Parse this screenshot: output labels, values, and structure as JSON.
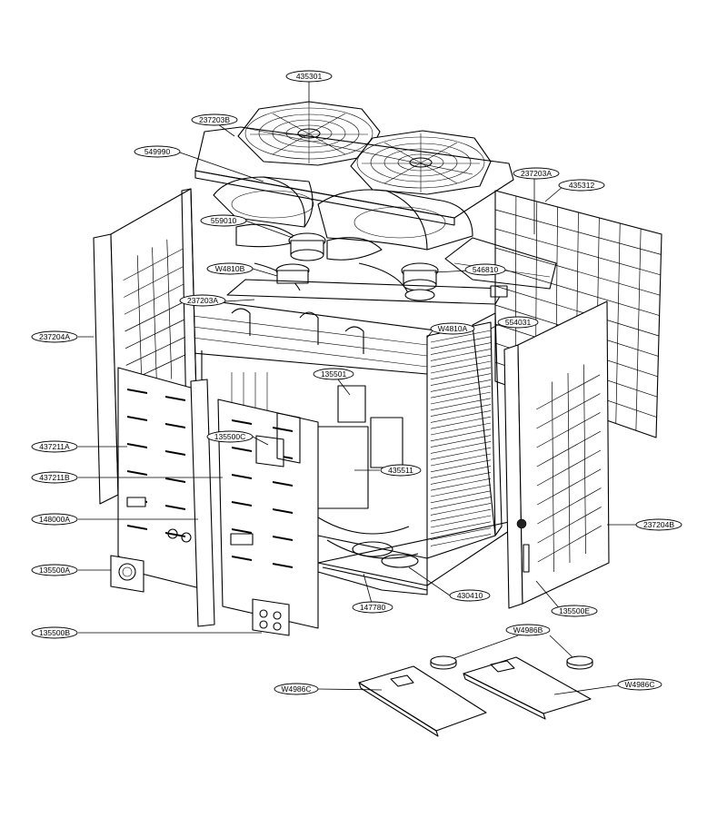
{
  "parts": [
    {
      "id": "p435301",
      "label": "435301"
    },
    {
      "id": "p237203B",
      "label": "237203B"
    },
    {
      "id": "p549990",
      "label": "549990"
    },
    {
      "id": "p237203A_top",
      "label": "237203A"
    },
    {
      "id": "p435312",
      "label": "435312"
    },
    {
      "id": "p559010",
      "label": "559010"
    },
    {
      "id": "pW4810B",
      "label": "W4810B"
    },
    {
      "id": "p546810",
      "label": "546810"
    },
    {
      "id": "p237203A_mid",
      "label": "237203A"
    },
    {
      "id": "p554031",
      "label": "554031"
    },
    {
      "id": "pW4810A",
      "label": "W4810A"
    },
    {
      "id": "p237204A",
      "label": "237204A"
    },
    {
      "id": "p135501",
      "label": "135501"
    },
    {
      "id": "p135500C",
      "label": "135500C"
    },
    {
      "id": "p437211A",
      "label": "437211A"
    },
    {
      "id": "p435511",
      "label": "435511"
    },
    {
      "id": "p437211B",
      "label": "437211B"
    },
    {
      "id": "p148000A",
      "label": "148000A"
    },
    {
      "id": "p237204B",
      "label": "237204B"
    },
    {
      "id": "p135500A",
      "label": "135500A"
    },
    {
      "id": "p147780",
      "label": "147780"
    },
    {
      "id": "p430410",
      "label": "430410"
    },
    {
      "id": "p135500E",
      "label": "135500E"
    },
    {
      "id": "p135500B",
      "label": "135500B"
    },
    {
      "id": "pW4986B",
      "label": "W4986B"
    },
    {
      "id": "pW4986C_left",
      "label": "W4986C"
    },
    {
      "id": "pW4986C_right",
      "label": "W4986C"
    }
  ]
}
